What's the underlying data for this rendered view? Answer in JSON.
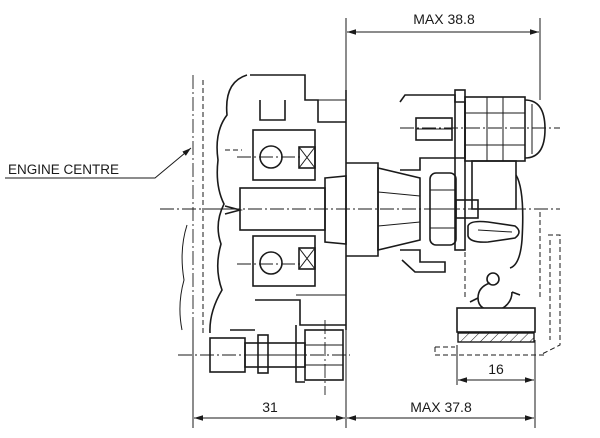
{
  "labels": {
    "engine_centre": "ENGINE CENTRE",
    "dim_top": "MAX 38.8",
    "dim_bottom_left": "31",
    "dim_bottom_right": "MAX 37.8",
    "dim_small": "16"
  }
}
